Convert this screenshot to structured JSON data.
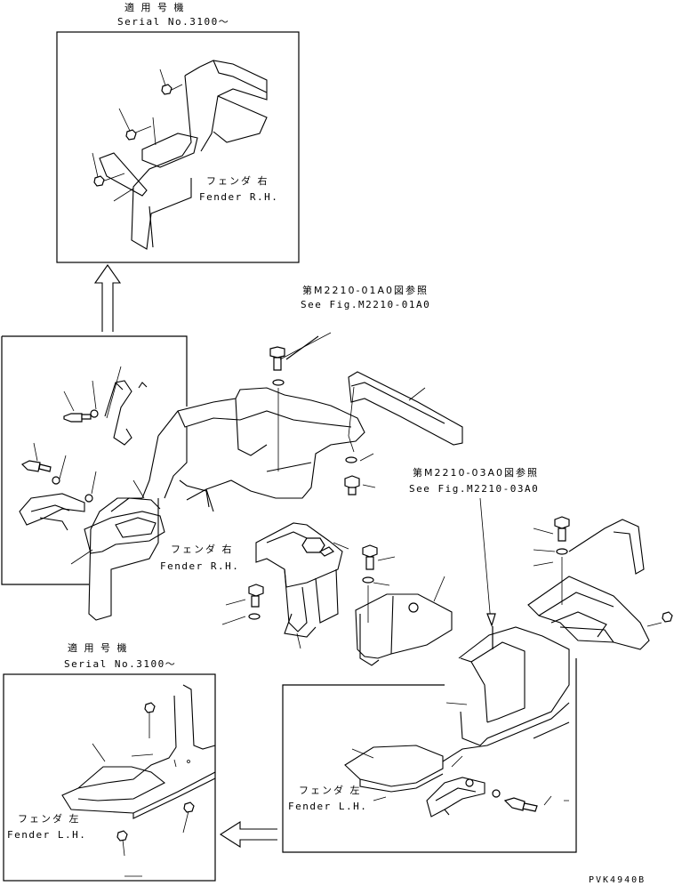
{
  "diagram": {
    "top_inset": {
      "serial_title_jp": "適 用 号 機",
      "serial_title_en": "Serial No.3100～",
      "fender_jp": "フェンダ 右",
      "fender_en": "Fender R.H."
    },
    "main_left": {
      "fender_jp": "フェンダ 右",
      "fender_en": "Fender R.H."
    },
    "ref_top": {
      "jp": "第M2210-01A0図参照",
      "en": "See Fig.M2210-01A0"
    },
    "ref_right": {
      "jp": "第M2210-03A0図参照",
      "en": "See Fig.M2210-03A0"
    },
    "bottom_inset": {
      "serial_title_jp": "適 用 号 機",
      "serial_title_en": "Serial No.3100～",
      "fender_jp": "フェンダ 左",
      "fender_en": "Fender L.H."
    },
    "bottom_right": {
      "fender_jp": "フェンダ 左",
      "fender_en": "Fender L.H."
    },
    "drawing_code": "PVK4940B"
  }
}
